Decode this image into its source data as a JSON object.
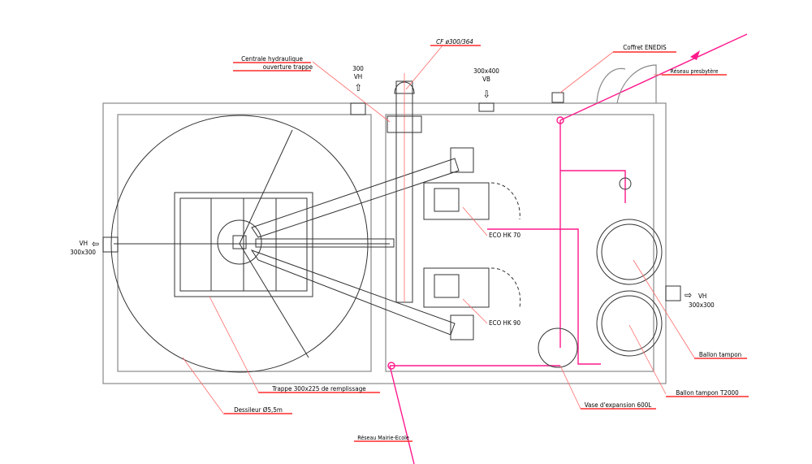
{
  "labels": {
    "cf": "CF ø300/364",
    "centrale_1": "Centrale hydraulique",
    "centrale_2": "ouverture trappe",
    "vent_top_left_size": "300",
    "vent_top_left_type": "VH",
    "vent_top_right_size": "300x400",
    "vent_top_right_type": "VB",
    "coffret": "Coffret ENEDIS",
    "reseau_presbytere": "Réseau presbytère",
    "vent_left_type": "VH",
    "vent_left_size": "300x300",
    "vent_right_type": "VH",
    "vent_right_size": "300x300",
    "boiler_1": "ECO HK 70",
    "boiler_2": "ECO HK 90",
    "ballon_1": "Ballon tampon",
    "ballon_2": "Ballon tampon T2000",
    "vase": "Vase d'expansion 600L",
    "trappe": "Trappe 300x225 de remplissage",
    "dessileur": "Dessileur Ø5,5m",
    "reseau_mairie": "Réseau Mairie-Ecole"
  },
  "colors": {
    "pipe": "#ff1a8c",
    "leader": "#ff2b2b",
    "wall": "#888888"
  }
}
